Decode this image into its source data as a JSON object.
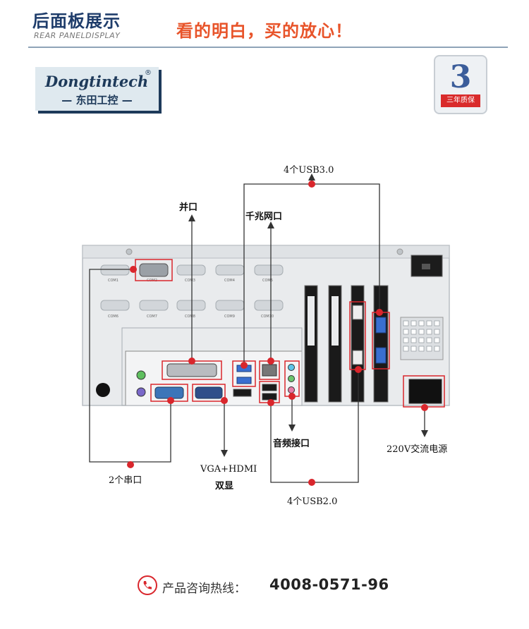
{
  "header": {
    "title": "后面板展示",
    "subtitle": "REAR PANELDISPLAY",
    "slogan": "看的明白，买的放心！"
  },
  "logo": {
    "brand": "Dongtintech",
    "registered": "®",
    "chinese_name": "— 东田工控 —"
  },
  "warranty_badge": {
    "numeral": "3",
    "text": "三年质保"
  },
  "panel_labels": {
    "com1": "COM1",
    "com2": "COM2",
    "com3": "COM3",
    "com4": "COM4",
    "com5": "COM5",
    "com6": "COM6",
    "com7": "COM7",
    "com8": "COM8",
    "com9": "COM9",
    "com10": "COM10"
  },
  "callouts": {
    "usb3": "4个USB3.0",
    "parallel": "并口",
    "lan": "千兆网口",
    "serial2": "2个串口",
    "vga_hdmi_line1": "VGA+HDMI",
    "vga_hdmi_line2": "双显",
    "audio": "音频接口",
    "usb2": "4个USB2.0",
    "power": "220V交流电源"
  },
  "footer": {
    "label": "产品咨询热线：",
    "phone": "4008-0571-96"
  },
  "colors": {
    "accent_red": "#d9262c",
    "title_blue": "#1f3d6b",
    "slogan_orange": "#e8542a",
    "line": "#333333"
  }
}
